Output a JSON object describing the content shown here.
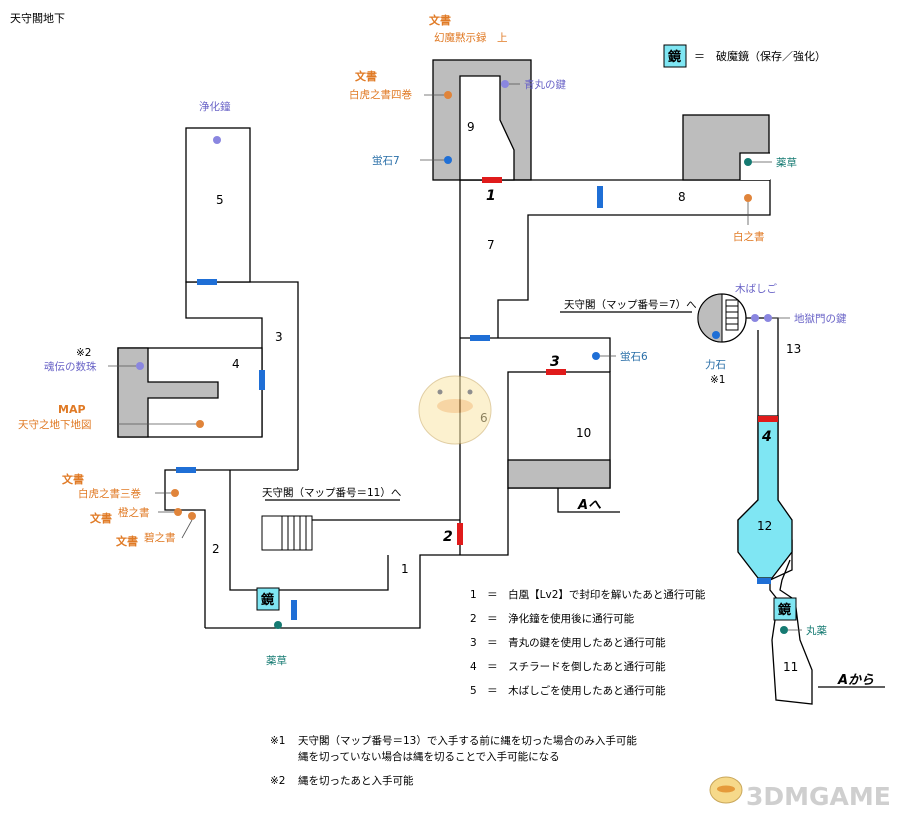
{
  "title": "天守閣地下",
  "legend": {
    "mirror_symbol": "鏡",
    "eq": "＝",
    "mirror_text": "破魔鏡（保存／強化）"
  },
  "rooms": [
    "1",
    "2",
    "3",
    "4",
    "5",
    "6",
    "7",
    "8",
    "9",
    "10",
    "11",
    "12",
    "13"
  ],
  "gates": [
    "1",
    "2",
    "3",
    "4"
  ],
  "items": {
    "doc_label": "文書",
    "map_label": "MAP",
    "genma_upper": "幻魔黙示録　上",
    "byakko4": "白虎之書四巻",
    "seiryu_key": "青丸の鍵",
    "hotaru7": "蛍石7",
    "jouka_bell": "浄化鐘",
    "yakusou": "薬草",
    "haku_book": "白之書",
    "kibashigo": "木ばしご",
    "jigoku_key": "地獄門の鍵",
    "rikiseki": "力石",
    "note1_mark": "※1",
    "note2_mark": "※2",
    "tamashii": "魂伝の数珠",
    "tenshu_map": "天守之地下地図",
    "byakko3": "白虎之書三巻",
    "dai_book": "橙之書",
    "heki_book": "碧之書",
    "hotaru6": "蛍石6",
    "gan": "丸薬",
    "mirror": "鏡"
  },
  "connections": {
    "to_map7": "天守閣（マップ番号＝7）へ",
    "to_map11": "天守閣（マップ番号＝11）へ",
    "a_to": "Aへ",
    "a_from": "Aから"
  },
  "gate_notes": [
    "1　＝　白凰【Lv2】で封印を解いたあと通行可能",
    "2　＝　浄化鐘を使用後に通行可能",
    "3　＝　青丸の鍵を使用したあと通行可能",
    "4　＝　スチラードを倒したあと通行可能",
    "5　＝　木ばしごを使用したあと通行可能"
  ],
  "footnotes": {
    "n1_mark": "※1",
    "n1_line1": "天守閣（マップ番号＝13）で入手する前に縄を切った場合のみ入手可能",
    "n1_line2": "縄を切っていない場合は縄を切ることで入手可能になる",
    "n2_mark": "※2",
    "n2_line1": "縄を切ったあと入手可能"
  },
  "watermark": "3DMGAME",
  "colors": {
    "gate_red": "#e01b1b",
    "door_blue": "#1f6fd6",
    "orange": "#e0843a",
    "purple": "#8a86e0",
    "teal": "#157a72",
    "water": "#7fe6f3",
    "label_orange": "#e07a25",
    "label_blue": "#2a6fa8",
    "label_purple": "#6a64c7"
  }
}
